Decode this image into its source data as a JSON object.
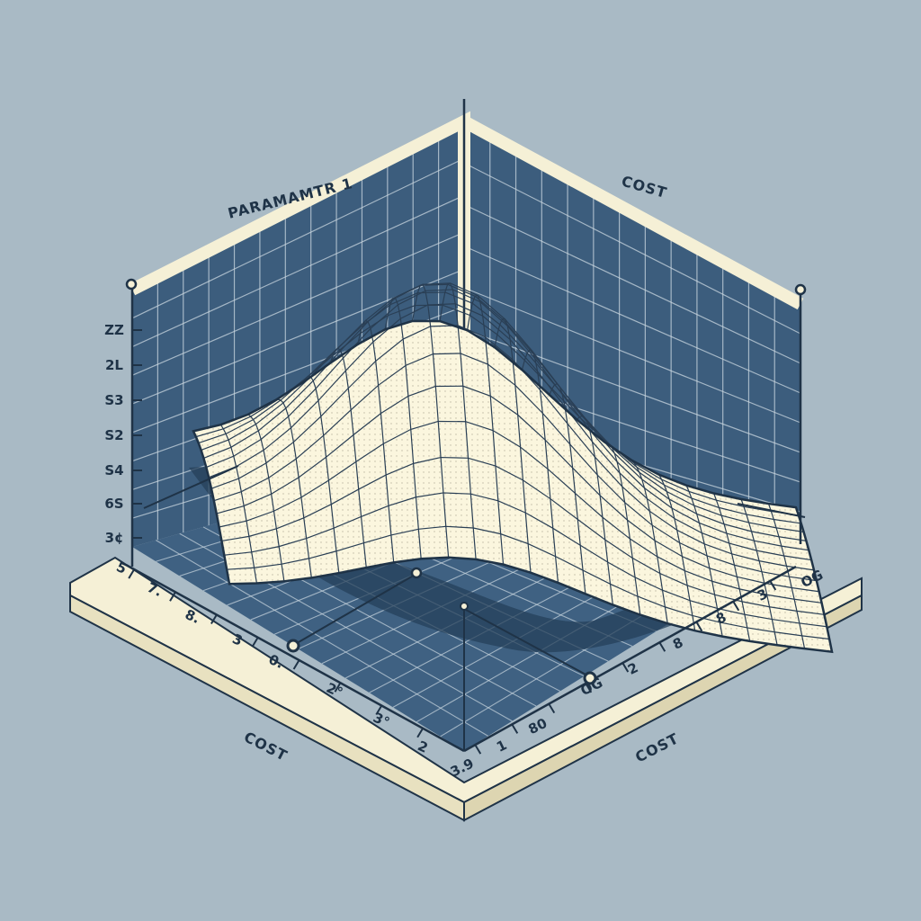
{
  "chart_data": {
    "type": "surface-3d",
    "axis_titles": {
      "back_left": "PARAMAMTR 1",
      "back_right": "COST",
      "front_left": "COST",
      "front_right": "COST"
    },
    "ticks": {
      "vertical": [
        "ZZ",
        "2L",
        "S3",
        "S2",
        "S4",
        "6S",
        "3¢"
      ],
      "front_left": [
        "5",
        "7.",
        "8.",
        "3",
        "0.",
        "2°",
        "3°",
        "2"
      ],
      "front_right": [
        "3.9",
        "1",
        "80",
        "OG",
        "2",
        "8",
        "8",
        "3",
        "OG"
      ]
    },
    "grid": true,
    "surface": "single peak (hill) over the floor grid, rising toward the back corner"
  },
  "colors": {
    "background": "#a9bac5",
    "panel": "#3c5d7d",
    "frame": "#f5f0d6",
    "ink": "#1f3347",
    "surface": "#fbf6de"
  }
}
